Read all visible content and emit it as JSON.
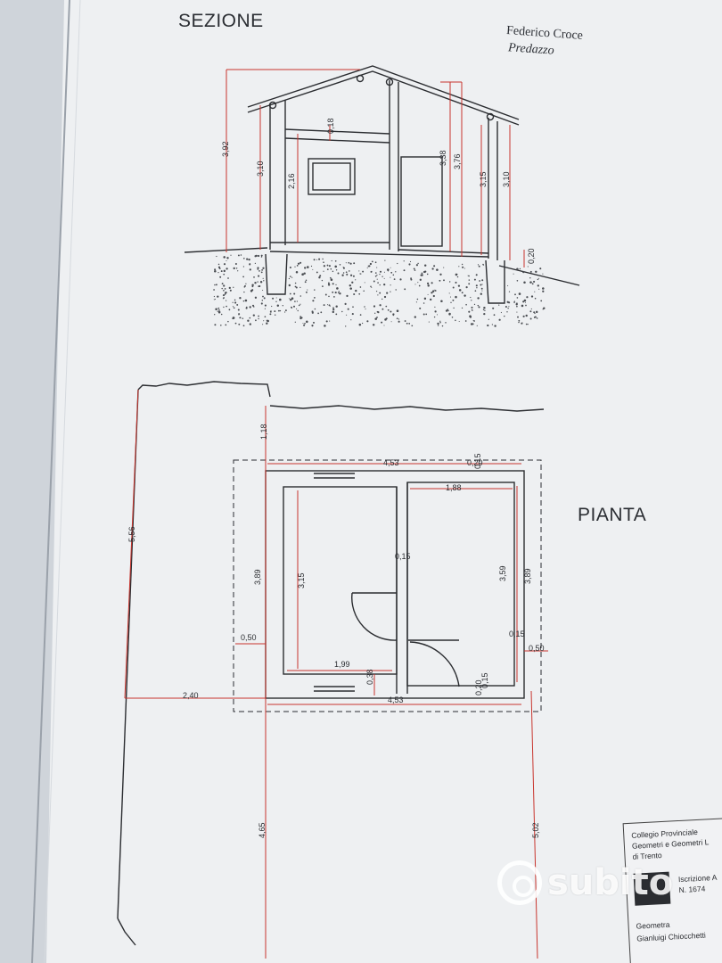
{
  "section": {
    "title": "SEZIONE",
    "author_name": "Federico Croce",
    "author_place": "Predazzo",
    "dims": [
      "3,92",
      "3,10",
      "2,16",
      "0,18",
      "3,38",
      "3,76",
      "3,15",
      "3,10",
      "0,20"
    ]
  },
  "plan": {
    "title": "PIANTA",
    "dims": [
      "1,18",
      "5,56",
      "3,89",
      "0,50",
      "3,15",
      "1,99",
      "0,38",
      "2,40",
      "4,53",
      "4,53",
      "0,20",
      "0,15",
      "1,88",
      "0,15",
      "3,59",
      "3,89",
      "0,15",
      "0,50",
      "0,20",
      "0,15",
      "4,65",
      "5,02"
    ]
  },
  "stamp": {
    "line1": "Collegio Provinciale",
    "line2": "Geometri e Geometri L",
    "line3": "di Trento",
    "iscrizione": "Iscrizione A",
    "number": "N. 1674",
    "role": "Geometra",
    "name": "Gianluigi Chiocchetti"
  },
  "watermark": {
    "text": "subito"
  },
  "colors": {
    "paper": "#eef0f2",
    "ink": "#2b2d31",
    "dim_red": "#c8352e",
    "shadow": "#c9cdd3"
  }
}
